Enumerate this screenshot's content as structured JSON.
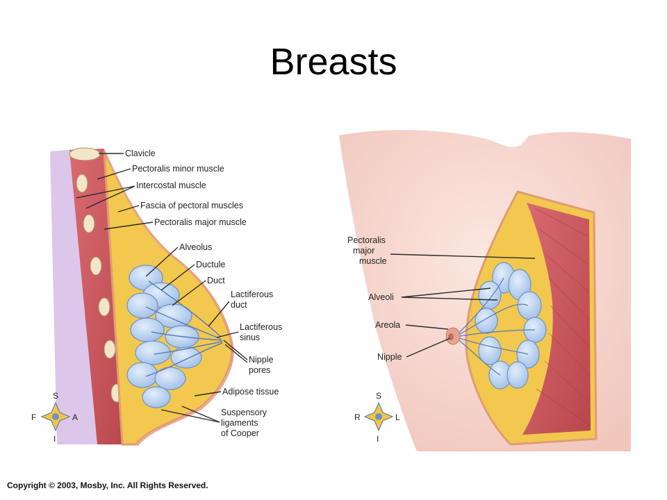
{
  "title": "Breasts",
  "sagittal_labels": {
    "clavicle": "Clavicle",
    "pectoralis_minor": "Pectoralis minor muscle",
    "intercostal": "Intercostal muscle",
    "fascia": "Fascia of pectoral muscles",
    "pectoralis_major": "Pectoralis major muscle",
    "alveolus": "Alveolus",
    "ductule": "Ductule",
    "duct": "Duct",
    "lactiferous_duct": [
      "Lactiferous",
      "duct"
    ],
    "lactiferous_sinus": [
      "Lactiferous",
      "sinus"
    ],
    "nipple_pores": [
      "Nipple",
      "pores"
    ],
    "adipose": "Adipose tissue",
    "suspensory": [
      "Suspensory",
      "ligaments",
      "of Cooper"
    ]
  },
  "anterior_labels": {
    "pectoralis_major": [
      "Pectoralis",
      "major",
      "muscle"
    ],
    "alveoli": "Alveoli",
    "areola": "Areola",
    "nipple": "Nipple"
  },
  "compass_left": {
    "top": "S",
    "left": "F",
    "right": "A",
    "bottom": "I"
  },
  "compass_right": {
    "top": "S",
    "left": "R",
    "right": "L",
    "bottom": "I"
  },
  "copyright": "Copyright © 2003, Mosby, Inc. All Rights Reserved.",
  "colors": {
    "skin": "#f6d6cf",
    "muscle": "#c95a5f",
    "fat": "#f2c84e",
    "gland": "#a9c8ee",
    "gland_outline": "#6c93c9"
  }
}
